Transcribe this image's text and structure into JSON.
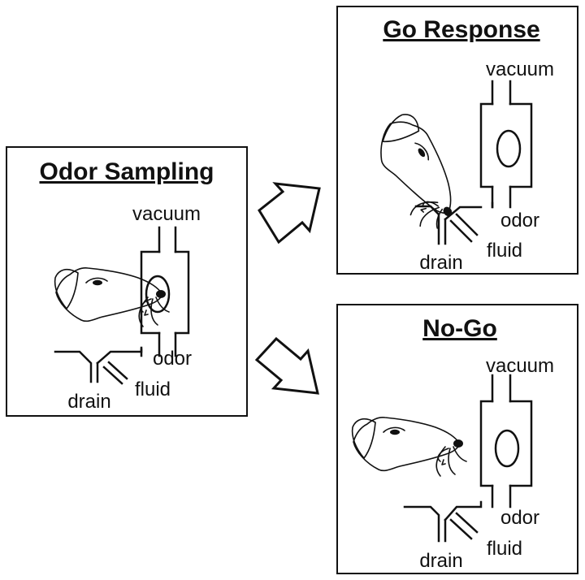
{
  "panels": {
    "odor_sampling": {
      "title": "Odor Sampling",
      "vacuum_label": "vacuum",
      "odor_label": "odor",
      "fluid_label": "fluid",
      "drain_label": "drain"
    },
    "go_response": {
      "title": "Go Response",
      "vacuum_label": "vacuum",
      "odor_label": "odor",
      "fluid_label": "fluid",
      "drain_label": "drain"
    },
    "no_go": {
      "title": "No-Go",
      "vacuum_label": "vacuum",
      "odor_label": "odor",
      "fluid_label": "fluid",
      "drain_label": "drain"
    }
  },
  "icons": {
    "flow_arrow": "hollow-block-arrow",
    "animal": "rat-head",
    "apparatus": "odor-port-manifold"
  }
}
